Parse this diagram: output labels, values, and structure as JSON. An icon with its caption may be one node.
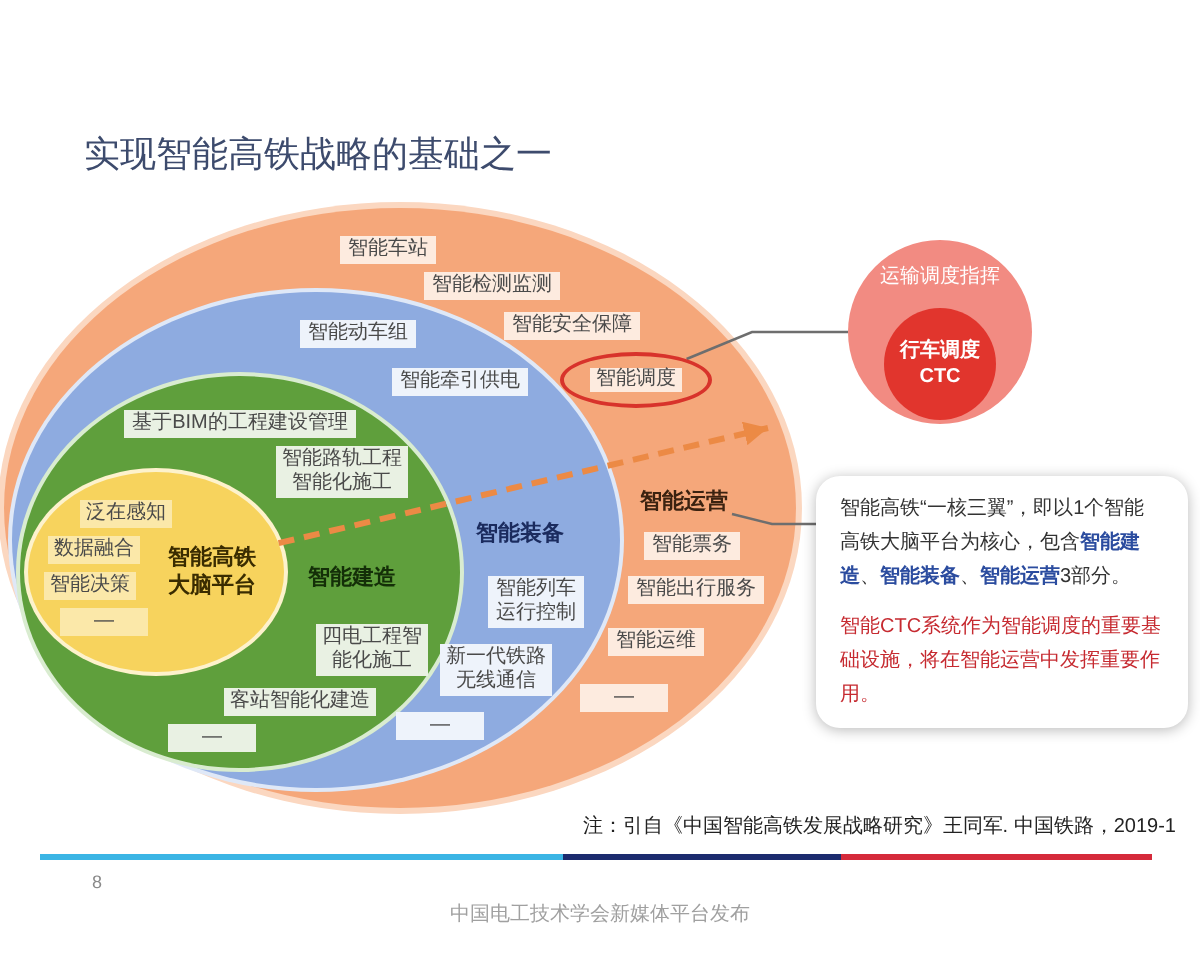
{
  "diagram": {
    "title": "实现智能高铁战略的基础之一",
    "nodes": [
      {
        "text": [],
        "shape": "ellipse"
      },
      {
        "text": [
          "智能车站"
        ],
        "in": 0
      },
      {
        "text": [
          "智能检测监测"
        ],
        "in": 0
      },
      {
        "text": [
          "智能安全保障"
        ],
        "in": 0
      },
      {
        "text": [
          "智能调度"
        ],
        "in": 0
      },
      {
        "text": [
          "智能运营"
        ],
        "in": 0
      },
      {
        "text": [
          "智能票务"
        ],
        "in": 0
      },
      {
        "text": [
          "智能出行服务"
        ],
        "in": 0
      },
      {
        "text": [
          "智能运维"
        ],
        "in": 0
      },
      {
        "text": [
          "—"
        ],
        "in": 0
      },
      {
        "text": [
          "智能装备"
        ],
        "in": 0
      },
      {
        "text": [
          "智能动车组"
        ],
        "in": 10
      },
      {
        "text": [
          "智能牵引供电"
        ],
        "in": 10
      },
      {
        "text": [
          "智能列车运行控制"
        ],
        "in": 10
      },
      {
        "text": [
          "新一代铁路无线通信"
        ],
        "in": 10
      },
      {
        "text": [
          "—"
        ],
        "in": 10
      },
      {
        "text": [
          "智能建造"
        ],
        "in": 10
      },
      {
        "text": [
          "基于BIM的工程建设管理"
        ],
        "in": 16
      },
      {
        "text": [
          "智能路轨工程智能化施工"
        ],
        "in": 16
      },
      {
        "text": [
          "四电工程智能化施工"
        ],
        "in": 16
      },
      {
        "text": [
          "客站智能化建造"
        ],
        "in": 16
      },
      {
        "text": [
          "—"
        ],
        "in": 16
      },
      {
        "text": [
          "智能高铁大脑平台"
        ],
        "in": 16
      },
      {
        "text": [
          "泛在感知"
        ],
        "in": 22
      },
      {
        "text": [
          "数据融合"
        ],
        "in": 22
      },
      {
        "text": [
          "智能决策"
        ],
        "in": 22
      },
      {
        "text": [
          "—"
        ],
        "in": 22
      },
      {
        "text": [
          "运输调度指挥"
        ]
      },
      {
        "text": [
          "行车调度 CTC"
        ],
        "in": 27
      },
      {
        "text": [
          "智能高铁“一核三翼”，即以1个智能高铁大脑平台为核心，包含**智能建造**、**智能装备**、**智能运营**3部分。",
          "智能CTC系统作为智能调度的重要基础设施，将在智能运营中发挥重要作用。"
        ]
      }
    ],
    "edges": [
      {
        "from": 22,
        "to": null,
        "arrow": "to",
        "style": "dashed",
        "color": "#ec8a45"
      },
      {
        "from": 4,
        "to": 27,
        "arrow": "none"
      },
      {
        "from": 5,
        "to": 29,
        "arrow": "none"
      }
    ],
    "labels": [
      "注：引自《中国智能高铁发展战略研究》王同军. 中国铁路，2019-1",
      "8",
      "中国电工技术学会新媒体平台发布"
    ]
  }
}
